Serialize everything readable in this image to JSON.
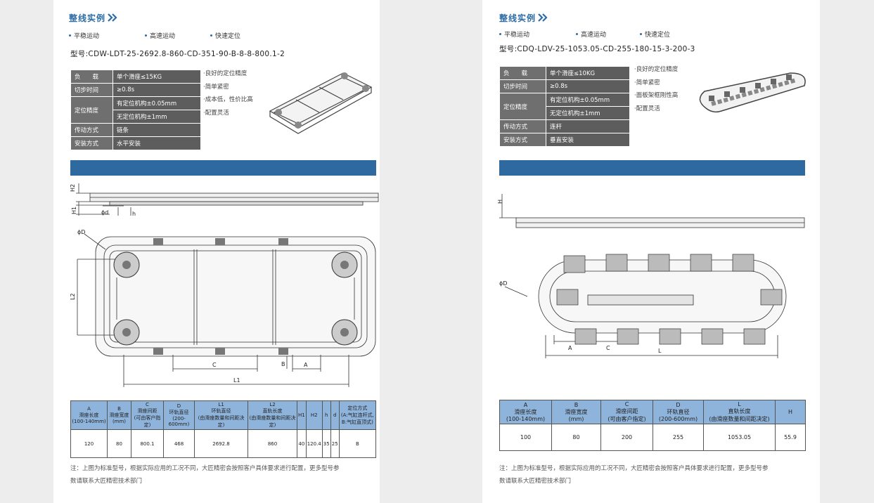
{
  "left": {
    "title": "整线实例",
    "features": [
      "平稳运动",
      "高速运动",
      "快速定位"
    ],
    "model": "型号:CDW-LDT-25-2692.8-860-CD-351-90-B-8-8-800.1-2",
    "spec": {
      "load_k": "负　　载",
      "load_v": "单个滑座≤15KG",
      "step_k": "切步时间",
      "step_v": "≥0.8s",
      "pos_k": "定位精度",
      "pos_v1": "有定位机构±0.05mm",
      "pos_v2": "无定位机构±1mm",
      "drive_k": "传动方式",
      "drive_v": "链条",
      "mount_k": "安装方式",
      "mount_v": "水平安装"
    },
    "bullets": [
      "良好的定位精度",
      "简单紧密",
      "成本低，性价比高",
      "配置灵活"
    ],
    "dims": {
      "H2": "H2",
      "H1": "H1",
      "d": "ϕd",
      "h": "h",
      "D": "ϕD",
      "L2": "L2",
      "C": "C",
      "B": "B",
      "A": "A",
      "L1": "L1"
    },
    "table": {
      "headers": [
        {
          "code": "A",
          "desc": "滑座长度",
          "sub": "(100-140mm)"
        },
        {
          "code": "B",
          "desc": "滑座宽度",
          "sub": "(mm)"
        },
        {
          "code": "C",
          "desc": "滑座间距",
          "sub": "(可由客户指定)"
        },
        {
          "code": "D",
          "desc": "环轨直径",
          "sub": "(200-600mm)"
        },
        {
          "code": "L1",
          "desc": "环轨直径",
          "sub": "(由滑座数量和间距决定)"
        },
        {
          "code": "L2",
          "desc": "直轨长度",
          "sub": "(由滑座数量和间距决定)"
        },
        {
          "code": "H1",
          "desc": "",
          "sub": ""
        },
        {
          "code": "H2",
          "desc": "",
          "sub": ""
        },
        {
          "code": "h",
          "desc": "",
          "sub": ""
        },
        {
          "code": "d",
          "desc": "",
          "sub": ""
        },
        {
          "code": "定位方式",
          "desc": "(A:气缸连杆式,",
          "sub": "B:气缸直顶式)"
        }
      ],
      "values": [
        "120",
        "80",
        "800.1",
        "468",
        "2692.8",
        "860",
        "40",
        "120.4",
        "35",
        "25",
        "B"
      ]
    },
    "note1": "注：上图为标准型号，根据实际应用的工况不同，大匠精密会按照客户具体要求进行配置，更多型号参",
    "note2": "数请联系大匠精密技术部门"
  },
  "right": {
    "title": "整线实例",
    "features": [
      "平稳运动",
      "高速运动",
      "快速定位"
    ],
    "model": "型号:CDQ-LDV-25-1053.05-CD-255-180-15-3-200-3",
    "spec": {
      "load_k": "负　　载",
      "load_v": "单个滑座≤10KG",
      "step_k": "切步时间",
      "step_v": "≥0.8s",
      "pos_k": "定位精度",
      "pos_v1": "有定位机构±0.05mm",
      "pos_v2": "无定位机构±1mm",
      "drive_k": "传动方式",
      "drive_v": "连杆",
      "mount_k": "安装方式",
      "mount_v": "垂直安装"
    },
    "bullets": [
      "良好的定位精度",
      "简单紧密",
      "面板架框刚性高",
      "配置灵活"
    ],
    "dims": {
      "H": "H",
      "D": "ϕD",
      "A": "A",
      "C": "C",
      "L": "L"
    },
    "table": {
      "headers": [
        {
          "code": "A",
          "desc": "滑座长度",
          "sub": "(100-140mm)"
        },
        {
          "code": "B",
          "desc": "滑座宽度",
          "sub": "(mm)"
        },
        {
          "code": "C",
          "desc": "滑座间距",
          "sub": "(可由客户指定)"
        },
        {
          "code": "D",
          "desc": "环轨直径",
          "sub": "(200-600mm)"
        },
        {
          "code": "L",
          "desc": "直轨长度",
          "sub": "(由滑座数量和间距决定)"
        },
        {
          "code": "H",
          "desc": "",
          "sub": ""
        }
      ],
      "values": [
        "100",
        "80",
        "200",
        "255",
        "1053.05",
        "55.9"
      ]
    },
    "note1": "注：上图为标准型号，根据实际应用的工况不同，大匠精密会按照客户具体要求进行配置，更多型号参",
    "note2": "数请联系大匠精密技术部门"
  }
}
